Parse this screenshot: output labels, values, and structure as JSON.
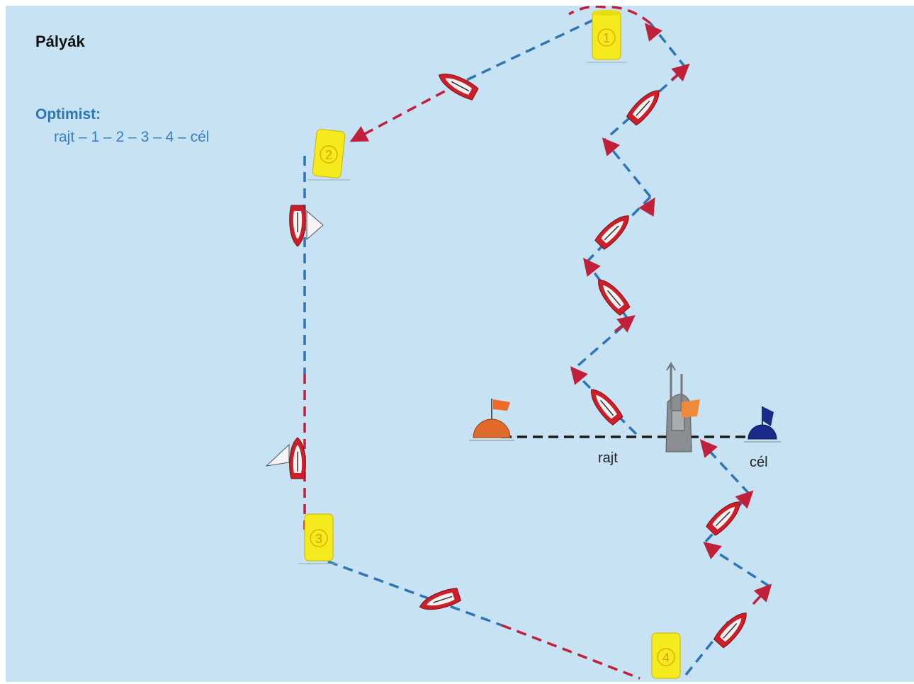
{
  "title": "Pályák",
  "course": {
    "name": "Optimist:",
    "sequence": "rajt – 1 – 2 – 3 – 4 – cél"
  },
  "marks": [
    "1",
    "2",
    "3",
    "4"
  ],
  "labels": {
    "start": "rajt",
    "finish": "cél"
  },
  "colors": {
    "water": "#c7e2f3",
    "course_line_blue": "#2e75b6",
    "course_line_red": "#c0203a",
    "mark_yellow": "#f4ea1e",
    "start_buoy": "#e06a2a",
    "finish_buoy": "#1a2a88",
    "boat_hull": "#cc1f2a",
    "committee_boat": "#8a8d92"
  }
}
